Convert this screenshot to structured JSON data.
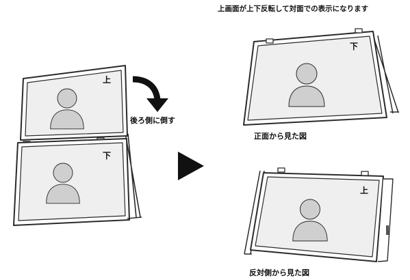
{
  "title": "上画面が上下反転して対面での表示になります",
  "rotate_label": "後ろ側に倒す",
  "front_view_label": "正面から見た図",
  "back_view_label": "反対側から見た図",
  "left_device": {
    "top_screen_mark": "上",
    "bottom_screen_mark": "下"
  },
  "front_view": {
    "screen_mark": "下"
  },
  "back_view": {
    "screen_mark": "上"
  },
  "colors": {
    "outline": "#2a2a2a",
    "screen_fill": "#efefef",
    "avatar": "#cccccc",
    "arrow": "#111111"
  },
  "icons": [
    "curved-arrow-icon",
    "play-triangle-icon",
    "person-silhouette-icon"
  ]
}
